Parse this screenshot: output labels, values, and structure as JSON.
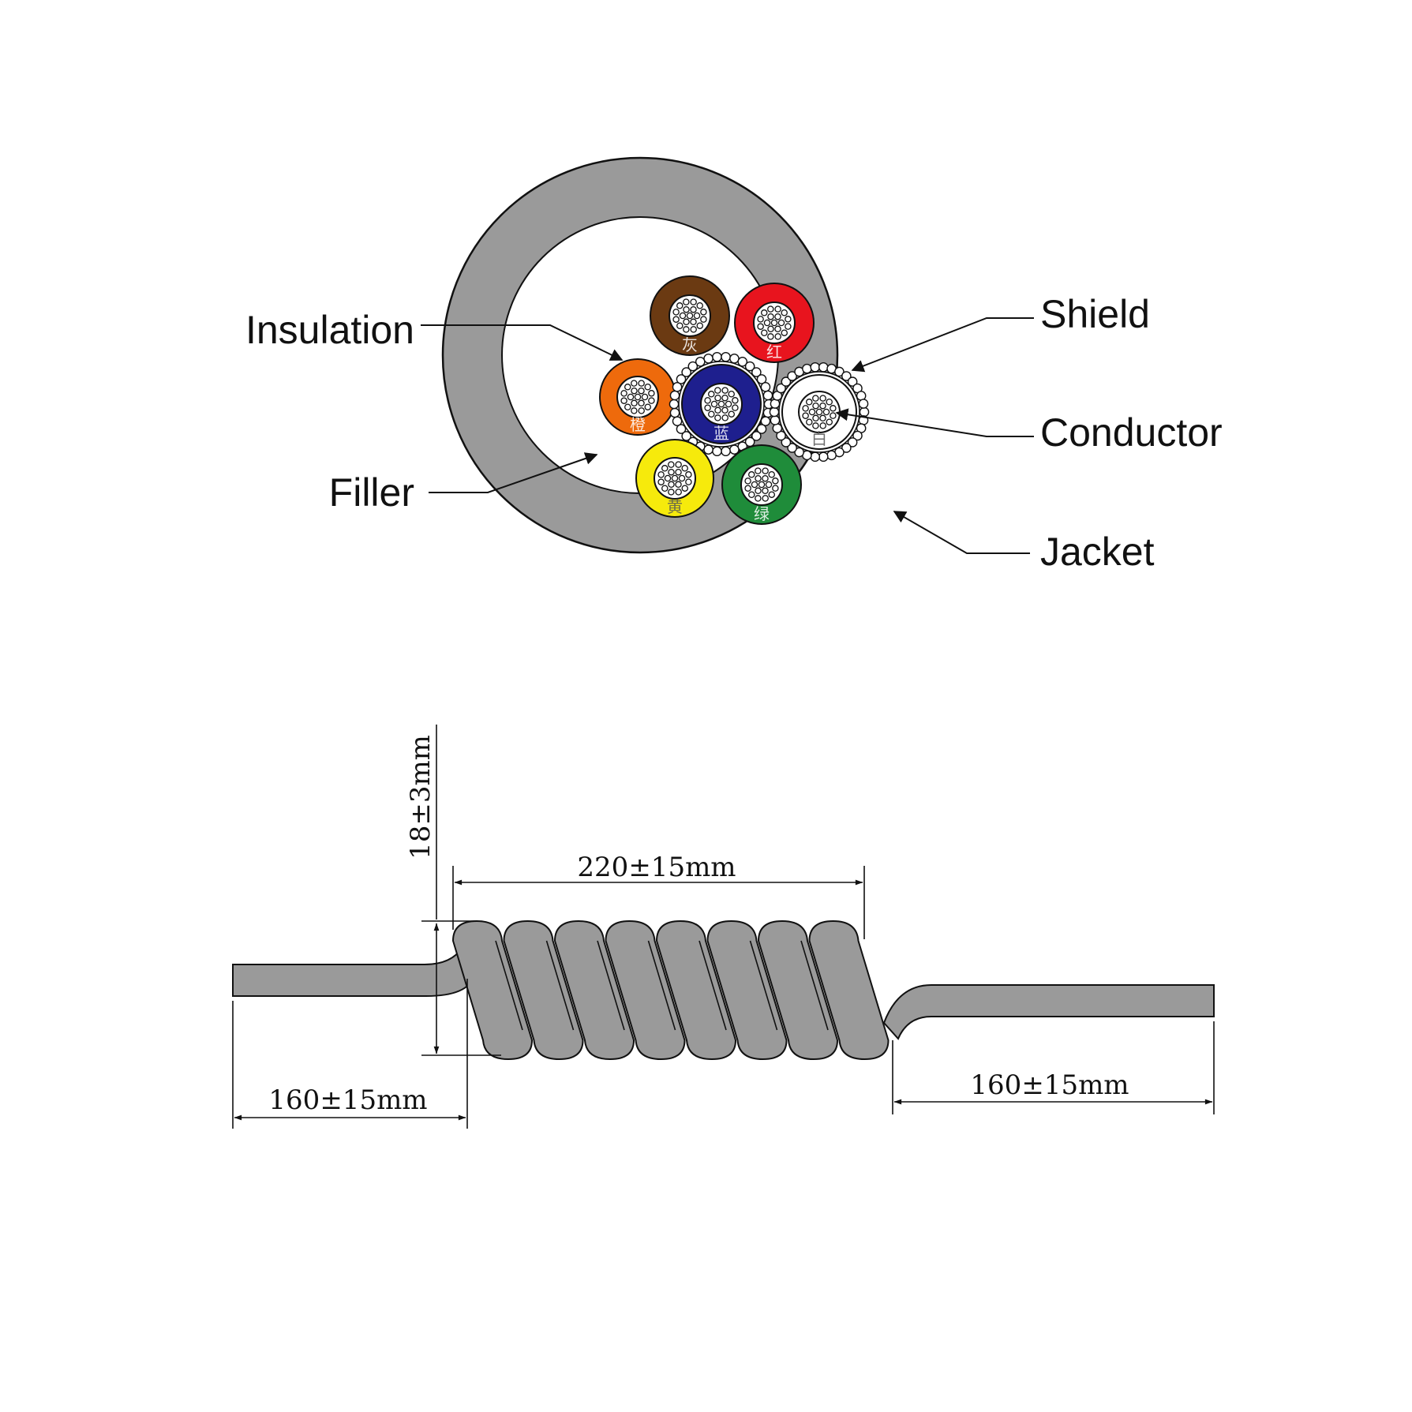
{
  "cross_section": {
    "callouts": {
      "insulation": "Insulation",
      "filler": "Filler",
      "shield": "Shield",
      "conductor": "Conductor",
      "jacket": "Jacket"
    },
    "colors": {
      "jacket": "#9a9a9a",
      "filler": "#ffffff",
      "outline": "#111111"
    },
    "cores": [
      {
        "name": "brown",
        "color": "#6b3a12",
        "mark": "灰",
        "shielded": false
      },
      {
        "name": "red",
        "color": "#e8141e",
        "mark": "红",
        "shielded": false
      },
      {
        "name": "orange",
        "color": "#ee6a0c",
        "mark": "橙",
        "shielded": false
      },
      {
        "name": "blue",
        "color": "#1e1f8e",
        "mark": "蓝",
        "shielded": true
      },
      {
        "name": "white",
        "color": "#ffffff",
        "mark": "白",
        "shielded": true
      },
      {
        "name": "yellow",
        "color": "#f6ea0c",
        "mark": "黄",
        "shielded": false
      },
      {
        "name": "green",
        "color": "#1f8c3a",
        "mark": "绿",
        "shielded": false
      }
    ]
  },
  "coil_drawing": {
    "cable_color": "#9a9a9a",
    "dimensions": {
      "coil_length": "220±15mm",
      "coil_diameter": "18±3mm",
      "left_tail": "160±15mm",
      "right_tail": "160±15mm"
    }
  }
}
